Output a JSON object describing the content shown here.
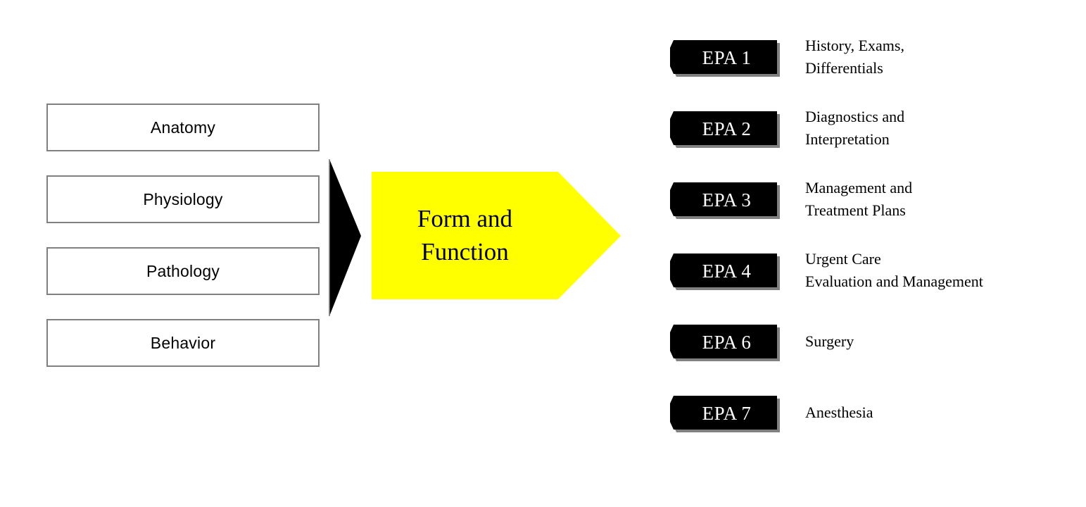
{
  "diagram": {
    "title": "Form and Function EPA mapping diagram",
    "colors": {
      "arrow_fill": "#FFFF00",
      "chevron_fill": "#000000",
      "chevron_text": "#FFFFFF",
      "box_border": "#808080",
      "background": "#FFFFFF",
      "connector": "#000000",
      "chevron_shadow": "#808080"
    }
  },
  "foundations": {
    "items": [
      {
        "label": "Anatomy"
      },
      {
        "label": "Physiology"
      },
      {
        "label": "Pathology"
      },
      {
        "label": "Behavior"
      }
    ]
  },
  "connector": {
    "name": "black-triangle-connector"
  },
  "center_arrow": {
    "line1": "Form and",
    "line2": "Function"
  },
  "epas": {
    "items": [
      {
        "badge": "EPA 1",
        "lines": [
          "History, Exams,",
          "Differentials"
        ]
      },
      {
        "badge": "EPA 2",
        "lines": [
          "Diagnostics and",
          "Interpretation"
        ]
      },
      {
        "badge": "EPA 3",
        "lines": [
          "Management and",
          "Treatment Plans"
        ]
      },
      {
        "badge": "EPA 4",
        "lines": [
          "Urgent Care",
          "Evaluation and Management"
        ]
      },
      {
        "badge": "EPA 6",
        "lines": [
          "Surgery"
        ]
      },
      {
        "badge": "EPA 7",
        "lines": [
          "Anesthesia"
        ]
      }
    ]
  }
}
